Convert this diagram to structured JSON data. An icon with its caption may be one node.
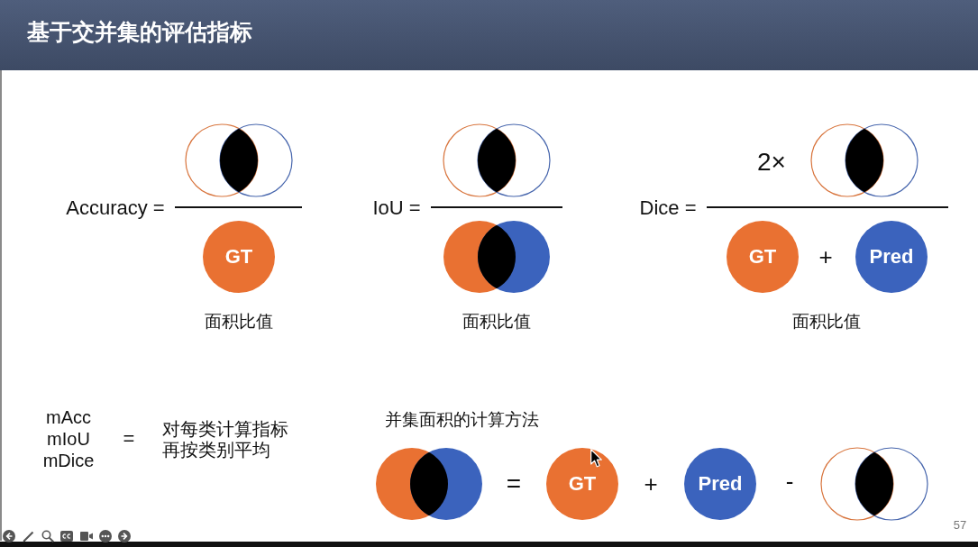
{
  "diagram": {
    "title": "基于交并集的评估指标",
    "nodes": [
      {
        "text": [],
        "shape": "picture"
      },
      {
        "text": [
          "GT"
        ]
      },
      {
        "text": [],
        "shape": "picture"
      },
      {
        "text": [],
        "shape": "picture"
      },
      {
        "text": [],
        "shape": "picture"
      },
      {
        "text": [
          "GT"
        ]
      },
      {
        "text": [
          "Pred"
        ]
      },
      {
        "text": [],
        "shape": "picture"
      },
      {
        "text": [
          "GT"
        ]
      },
      {
        "text": [
          "Pred"
        ]
      },
      {
        "text": [],
        "shape": "picture"
      }
    ],
    "labels": [
      "Accuracy =",
      "面积比值",
      "IoU =",
      "面积比值",
      "2×",
      "Dice =",
      "+",
      "面积比值",
      "mAcc",
      "mIoU",
      "mDice",
      "=",
      "对每类计算指标再按类别平均",
      "并集面积的计算方法",
      "=",
      "+",
      "-",
      "57"
    ]
  }
}
